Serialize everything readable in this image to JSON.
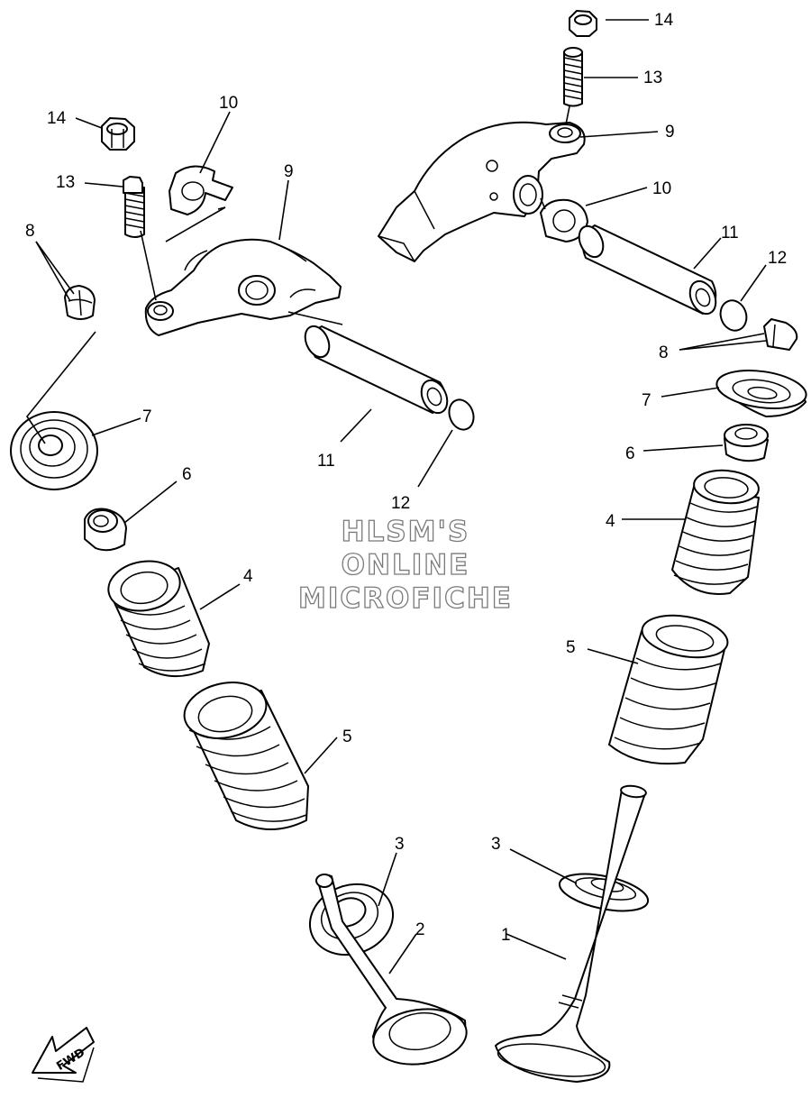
{
  "watermark": {
    "line1": "HLSM'S",
    "line2": "ONLINE",
    "line3": "MICROFICHE"
  },
  "direction_marker": {
    "label": "FWD",
    "icon": "fwd-arrow-icon"
  },
  "callouts": {
    "c14_left": "14",
    "c13_left": "13",
    "c10_left": "10",
    "c9_left": "9",
    "c8_left": "8",
    "c7_left": "7",
    "c11_left": "11",
    "c12_left": "12",
    "c6_left": "6",
    "c4_left": "4",
    "c5_left": "5",
    "c3_left": "3",
    "c2": "2",
    "c14_right": "14",
    "c13_right": "13",
    "c9_right": "9",
    "c10_right": "10",
    "c11_right": "11",
    "c12_right": "12",
    "c8_right": "8",
    "c7_right": "7",
    "c6_right": "6",
    "c4_right": "4",
    "c5_right": "5",
    "c3_right": "3",
    "c1": "1"
  }
}
